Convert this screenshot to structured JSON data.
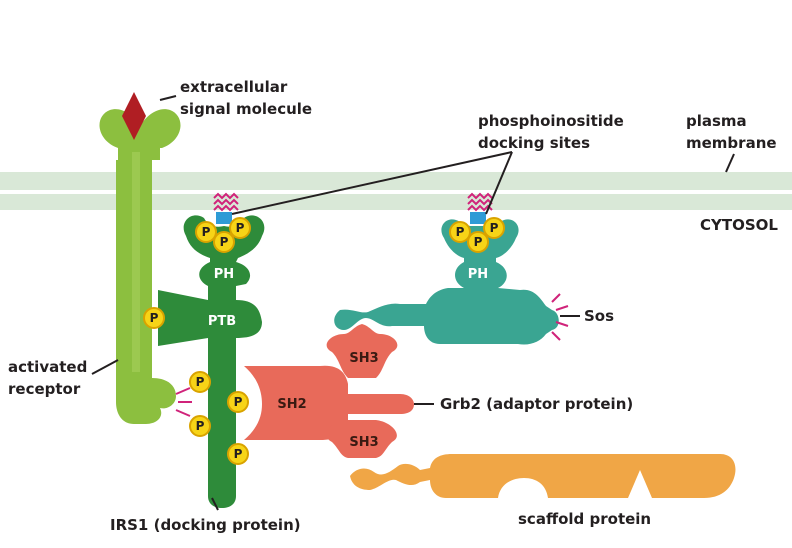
{
  "labels": {
    "signal": [
      "extracellular",
      "signal molecule"
    ],
    "docking_sites": [
      "phosphoinositide",
      "docking sites"
    ],
    "membrane": [
      "plasma",
      "membrane"
    ],
    "cytosol": "CYTOSOL",
    "receptor": [
      "activated",
      "receptor"
    ],
    "irs1": "IRS1 (docking protein)",
    "grb2": "Grb2 (adaptor protein)",
    "sos": "Sos",
    "scaffold": "scaffold protein"
  },
  "domains": {
    "ph_left": "PH",
    "ph_right": "PH",
    "ptb": "PTB",
    "sh2": "SH2",
    "sh3_top": "SH3",
    "sh3_bottom": "SH3"
  },
  "phospho_label": "P",
  "colors": {
    "receptor": "#8cbf3f",
    "irs1": "#2e8b3a",
    "signal": "#b01e23",
    "sos": "#3aa592",
    "grb2": "#e86a5a",
    "scaffold": "#f0a646",
    "phosphate": "#f7d417",
    "membrane": "#d9e8d7",
    "lipid_head": "#2e9bd6",
    "tail": "#d0237a"
  }
}
